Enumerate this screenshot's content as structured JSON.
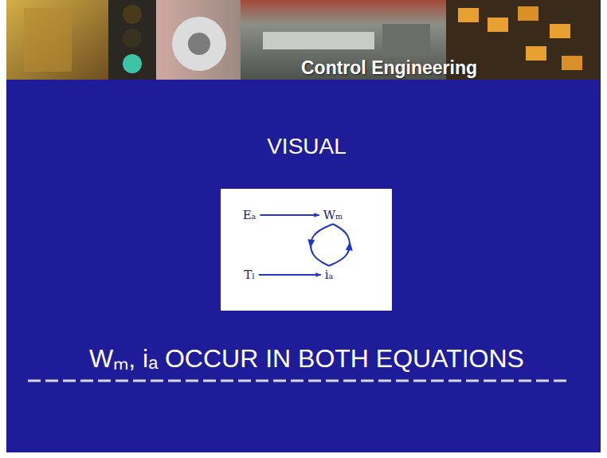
{
  "diagram": {
    "title": "VISUAL",
    "caption": "Wₘ, iₐ OCCUR IN BOTH EQUATIONS",
    "nodes": [
      {
        "text": [
          "Eₐ"
        ]
      },
      {
        "text": [
          "Wₘ"
        ]
      },
      {
        "text": [
          "Tₗ"
        ]
      },
      {
        "text": [
          "iₐ"
        ]
      }
    ],
    "edges": [
      {
        "from": 0,
        "to": 1,
        "arrow": "to"
      },
      {
        "from": 2,
        "to": 3,
        "arrow": "to"
      },
      {
        "from": 1,
        "to": 3,
        "arrow": "to"
      },
      {
        "from": 3,
        "to": 1,
        "arrow": "to"
      }
    ],
    "labels": [
      "Control Engineering"
    ]
  }
}
